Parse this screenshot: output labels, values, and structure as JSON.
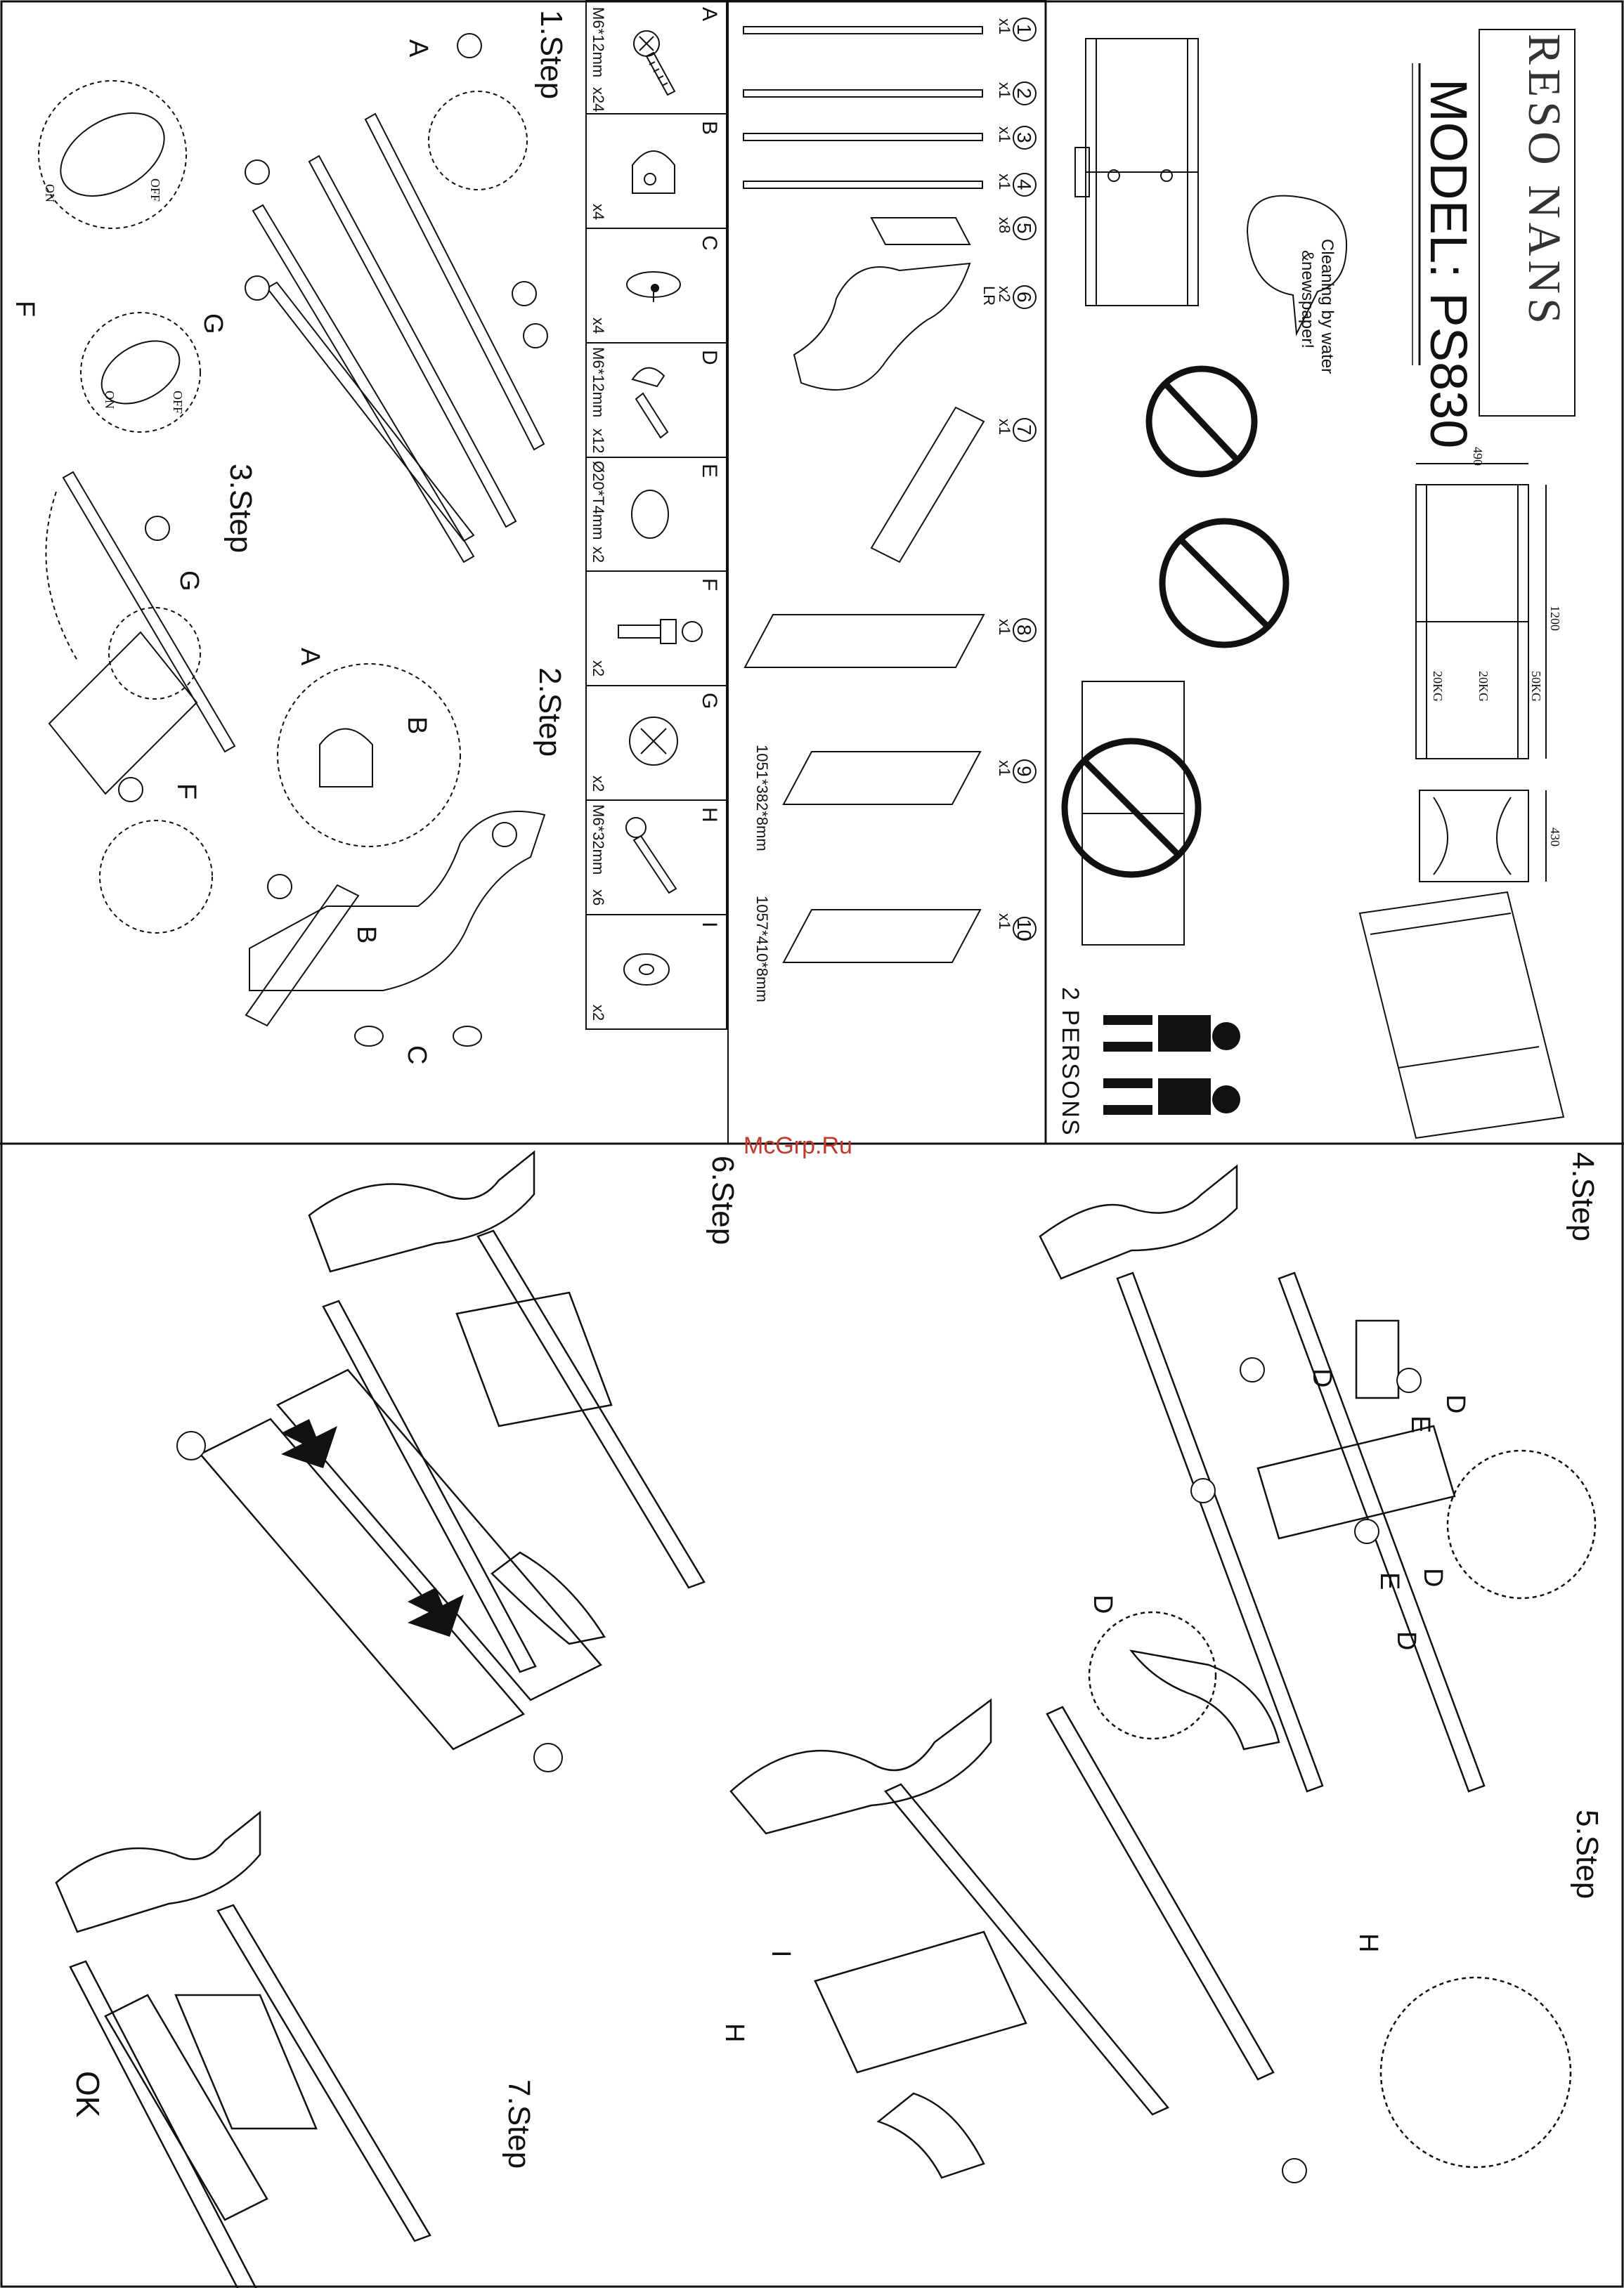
{
  "brand": "RESO NANS",
  "model": "MODEL: PS830",
  "watermark": "McGrp.Ru",
  "steps": {
    "s1": "1.Step",
    "s2": "2.Step",
    "s3": "3.Step",
    "s4": "4.Step",
    "s5": "5.Step",
    "s6": "6.Step",
    "s7": "7.Step",
    "ok": "OK"
  },
  "hardware": [
    {
      "letter": "A",
      "spec": "M6*12mm",
      "qty": "x24"
    },
    {
      "letter": "B",
      "spec": "",
      "qty": "x4"
    },
    {
      "letter": "C",
      "spec": "",
      "qty": "x4"
    },
    {
      "letter": "D",
      "spec": "M6*12mm",
      "qty": "x12"
    },
    {
      "letter": "E",
      "spec": "Ø20*T4mm",
      "qty": "x2"
    },
    {
      "letter": "F",
      "spec": "",
      "qty": "x2"
    },
    {
      "letter": "G",
      "spec": "",
      "qty": "x2"
    },
    {
      "letter": "H",
      "spec": "M6*32mm",
      "qty": "x6"
    },
    {
      "letter": "I",
      "spec": "",
      "qty": "x2"
    }
  ],
  "parts": [
    {
      "no": "1",
      "qty": "x1"
    },
    {
      "no": "2",
      "qty": "x1"
    },
    {
      "no": "3",
      "qty": "x1"
    },
    {
      "no": "4",
      "qty": "x1"
    },
    {
      "no": "5",
      "qty": "x8"
    },
    {
      "no": "6",
      "qty": "x2",
      "extra": "LR"
    },
    {
      "no": "7",
      "qty": "x1"
    },
    {
      "no": "8",
      "qty": "x1"
    },
    {
      "no": "9",
      "qty": "x1"
    },
    {
      "no": "10",
      "qty": "x1"
    }
  ],
  "glass_sizes": {
    "g9": "1051*382*8mm",
    "g10": "1057*410*8mm"
  },
  "cleaning_note": {
    "line1": "Cleaning by water",
    "line2": "&newspaper!"
  },
  "persons": "2 PERSONS",
  "dimensions": {
    "depth": "490",
    "width": "1200",
    "height": "430"
  },
  "loads": {
    "top": "50KG",
    "mid": "20KG",
    "low": "20KG"
  },
  "switch": {
    "on": "ON",
    "off": "OFF"
  },
  "letters": {
    "A": "A",
    "B": "B",
    "C": "C",
    "D": "D",
    "E": "E",
    "F": "F",
    "G": "G",
    "H": "H",
    "I": "I"
  }
}
